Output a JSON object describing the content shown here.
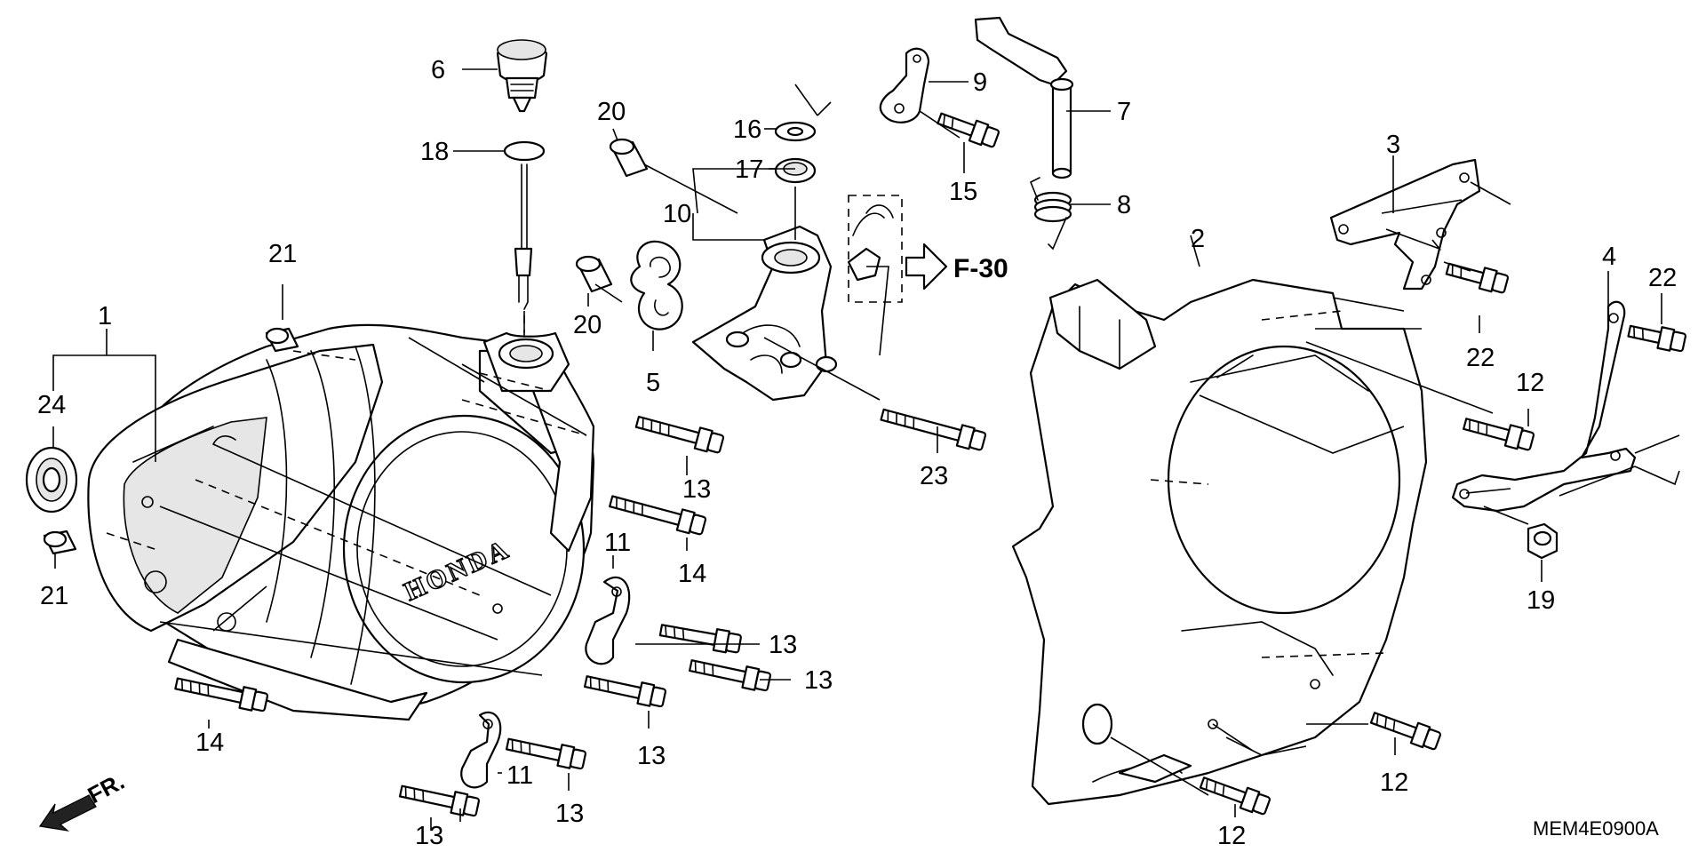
{
  "diagram": {
    "callouts": {
      "c1": "1",
      "c2": "2",
      "c3": "3",
      "c4": "4",
      "c5": "5",
      "c6": "6",
      "c7": "7",
      "c8": "8",
      "c9": "9",
      "c10": "10",
      "c11a": "11",
      "c11b": "11",
      "c12a": "12",
      "c12b": "12",
      "c12c": "12",
      "c13a": "13",
      "c13b": "13",
      "c13c": "13",
      "c13d": "13",
      "c13e": "13",
      "c13f": "13",
      "c14a": "14",
      "c14b": "14",
      "c15": "15",
      "c16": "16",
      "c17": "17",
      "c18": "18",
      "c19": "19",
      "c20a": "20",
      "c20b": "20",
      "c21a": "21",
      "c21b": "21",
      "c22a": "22",
      "c22b": "22",
      "c23": "23",
      "c24": "24"
    },
    "reference": "F-30",
    "cover_logo": "HONDA",
    "front_label": "FR.",
    "diagram_code": "MEM4E0900A"
  }
}
